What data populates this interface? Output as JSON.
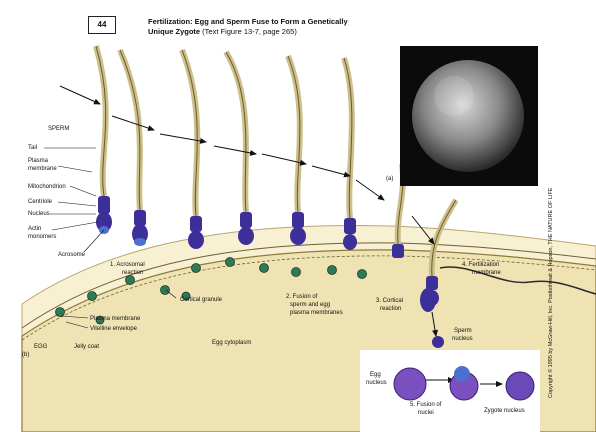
{
  "header": {
    "page_number": "44",
    "title_line1": "Fertilization:  Egg and Sperm Fuse to Form a Genetically",
    "title_line2": "Unique Zygote",
    "title_ref": " (Text Figure 13-7, page 265)"
  },
  "labels": {
    "sperm": "SPERM",
    "tail": "Tail",
    "plasma_membrane_a": "Plasma",
    "plasma_membrane_b": "membrane",
    "mitochondrion": "Mitochondrion",
    "centriole": "Centriole",
    "nucleus": "Nucleus",
    "actin_a": "Actin",
    "actin_b": "monomers",
    "acrosome": "Acrosome",
    "step1_a": "1. Acrosomal",
    "step1_b": "reaction",
    "cortical_granule": "Cortical granule",
    "step2_a": "2. Fusion of",
    "step2_b": "sperm and egg",
    "step2_c": "plasma membranes",
    "plasma_membrane_egg": "Plasma membrane",
    "vitelline": "Vitelline envelope",
    "step3_a": "3. Cortical",
    "step3_b": "reaction",
    "step4_a": "4. Fertilization",
    "step4_b": "membrane",
    "egg": "EGG",
    "jelly_coat": "Jelly coat",
    "egg_cytoplasm": "Egg cytoplasm",
    "panel_a": "(a)",
    "panel_b": "(b)",
    "sperm_nucleus_a": "Sperm",
    "sperm_nucleus_b": "nucleus",
    "egg_nucleus_a": "Egg",
    "egg_nucleus_b": "nucleus",
    "step5_a": "5. Fusion of",
    "step5_b": "nuclei",
    "zygote_nucleus": "Zygote nucleus"
  },
  "copyright": "Copyright © 1995 by McGraw-Hill, Inc. Postlethwait & Hopson, THE NATURE OF LIFE",
  "colors": {
    "egg_fill": "#efe3b4",
    "jelly": "#f7f0d2",
    "organelle": "#2f7a55",
    "sperm_head": "#3d2f9a",
    "acrosome": "#4f6fd0",
    "nucleus_purple": "#7a4fc0",
    "photo_bg": "#0b0b0b"
  }
}
